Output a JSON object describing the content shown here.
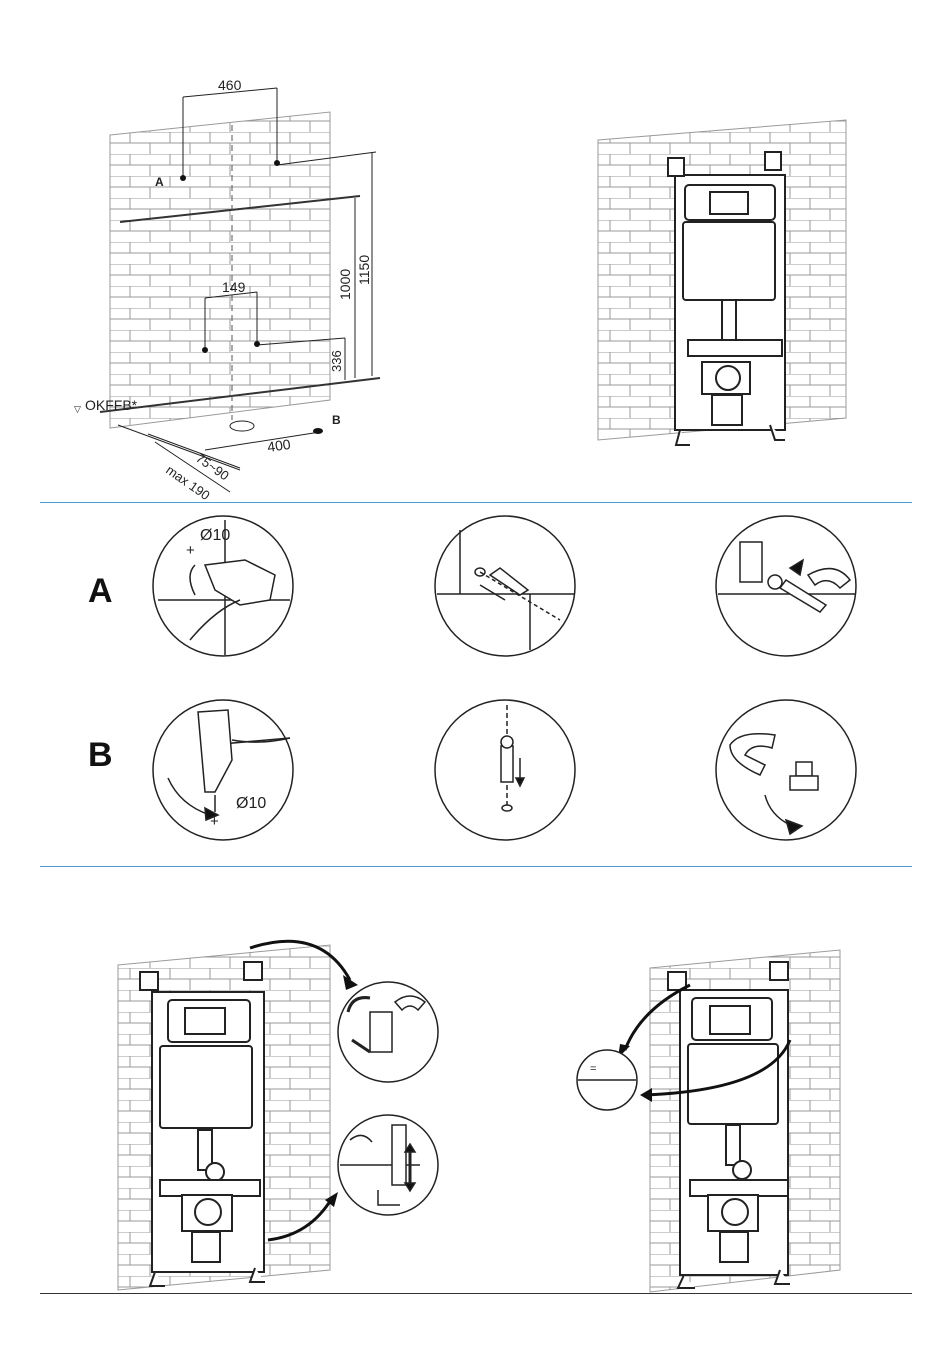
{
  "colors": {
    "divider": "#4a9bd1",
    "ink": "#222222",
    "brick": "#9a9a9a",
    "accent": "#111111"
  },
  "section1": {
    "dimensions": {
      "d460": "460",
      "d149": "149",
      "d1000": "1000",
      "d1150": "1150",
      "d336": "336",
      "d400": "400",
      "d75_90": "75~90",
      "max190": "max 190",
      "okffb": "OKFFB*",
      "pointA": "A",
      "pointB": "B"
    }
  },
  "section2": {
    "rowA": {
      "label": "A",
      "drill": "Ø10"
    },
    "rowB": {
      "label": "B",
      "drill": "Ø10"
    },
    "steps_icons": [
      "drill-wall-icon",
      "insert-plug-icon",
      "fix-bracket-icon",
      "drill-floor-icon",
      "insert-anchor-icon",
      "tighten-nut-icon"
    ]
  },
  "section3": {
    "level_marker": "="
  }
}
